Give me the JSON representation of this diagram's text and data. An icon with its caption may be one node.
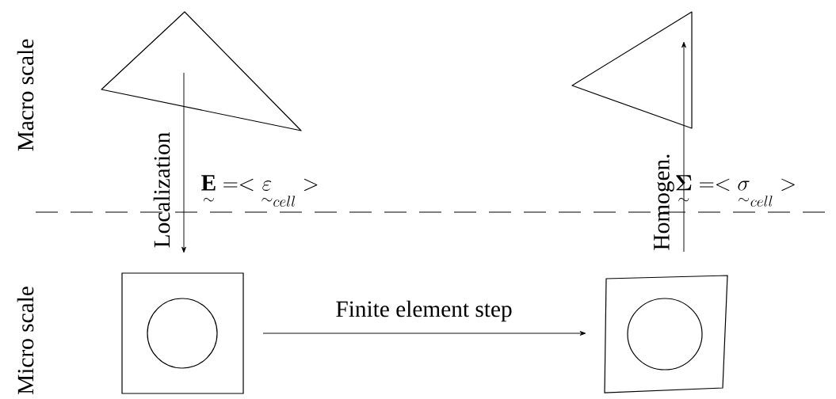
{
  "diagram": {
    "nodes": [
      {
        "text": [],
        "shape": "triangle"
      },
      {
        "text": [],
        "shape": "triangle"
      },
      {
        "text": [],
        "shape": "box"
      },
      {
        "text": [],
        "shape": "box"
      }
    ],
    "edges": [
      {
        "from": 0,
        "to": 2,
        "arrow": "to",
        "label": "Localization"
      },
      {
        "from": 3,
        "to": 1,
        "arrow": "to",
        "label": "Homogen."
      },
      {
        "from": 2,
        "to": 3,
        "arrow": "to",
        "label": "Finite element step"
      }
    ],
    "labels": [
      "Macro scale",
      "Micro scale",
      "\\underset{\\sim}{\\mathbf{E}} =< \\underset{\\sim}{\\varepsilon}_{cell} >",
      "\\underset{\\sim}{\\boldsymbol{\\Sigma}} =< \\underset{\\sim}{\\sigma}_{cell} >"
    ]
  }
}
